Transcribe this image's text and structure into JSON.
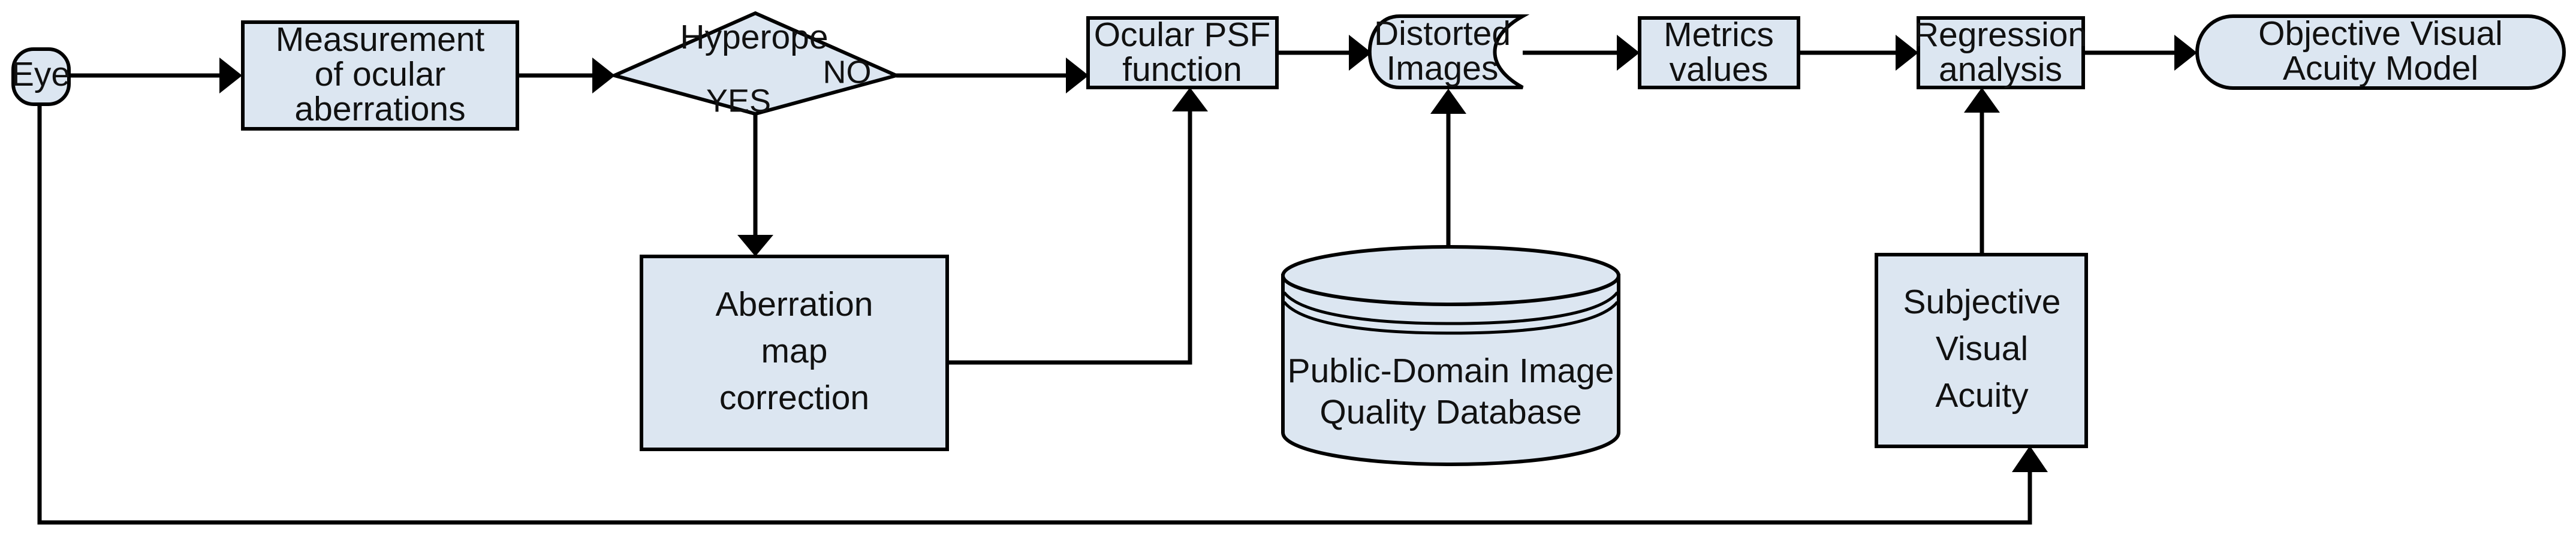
{
  "diagram": {
    "title": "Objective Visual Acuity Model flowchart",
    "type": "flowchart",
    "colors": {
      "node_fill": "#dce6f1",
      "node_stroke": "#000000",
      "edge": "#000000",
      "background": "#ffffff",
      "text": "#111111"
    },
    "nodes": [
      {
        "id": "eye",
        "shape": "rounded-rectangle",
        "lines": [
          "Eye"
        ]
      },
      {
        "id": "measurement",
        "shape": "rectangle",
        "lines": [
          "Measurement",
          "of ocular",
          "aberrations"
        ]
      },
      {
        "id": "hyperope",
        "shape": "diamond",
        "lines": [
          "Hyperope"
        ]
      },
      {
        "id": "psf",
        "shape": "rectangle",
        "lines": [
          "Ocular PSF",
          "function"
        ]
      },
      {
        "id": "distorted",
        "shape": "delay-tape",
        "lines": [
          "Distorted",
          "Images"
        ]
      },
      {
        "id": "metrics",
        "shape": "rectangle",
        "lines": [
          "Metrics",
          "values"
        ]
      },
      {
        "id": "regression",
        "shape": "rectangle",
        "lines": [
          "Regression",
          "analysis"
        ]
      },
      {
        "id": "model",
        "shape": "stadium",
        "lines": [
          "Objective Visual",
          "Acuity Model"
        ]
      },
      {
        "id": "aberration",
        "shape": "rectangle",
        "lines": [
          "Aberration",
          "map",
          "correction"
        ]
      },
      {
        "id": "database",
        "shape": "cylinder",
        "lines": [
          "Public-Domain Image",
          "Quality Database"
        ]
      },
      {
        "id": "subjective",
        "shape": "rectangle",
        "lines": [
          "Subjective",
          "Visual",
          "Acuity"
        ]
      }
    ],
    "edge_labels": {
      "no": "NO",
      "yes": "YES"
    },
    "edges": [
      {
        "from": "eye",
        "to": "measurement",
        "label": ""
      },
      {
        "from": "measurement",
        "to": "hyperope",
        "label": ""
      },
      {
        "from": "hyperope",
        "to": "psf",
        "label": "NO"
      },
      {
        "from": "hyperope",
        "to": "aberration",
        "label": "YES"
      },
      {
        "from": "aberration",
        "to": "psf",
        "label": ""
      },
      {
        "from": "psf",
        "to": "distorted",
        "label": ""
      },
      {
        "from": "database",
        "to": "distorted",
        "label": ""
      },
      {
        "from": "distorted",
        "to": "metrics",
        "label": ""
      },
      {
        "from": "metrics",
        "to": "regression",
        "label": ""
      },
      {
        "from": "subjective",
        "to": "regression",
        "label": ""
      },
      {
        "from": "regression",
        "to": "model",
        "label": ""
      },
      {
        "from": "eye",
        "to": "subjective",
        "label": ""
      }
    ]
  }
}
